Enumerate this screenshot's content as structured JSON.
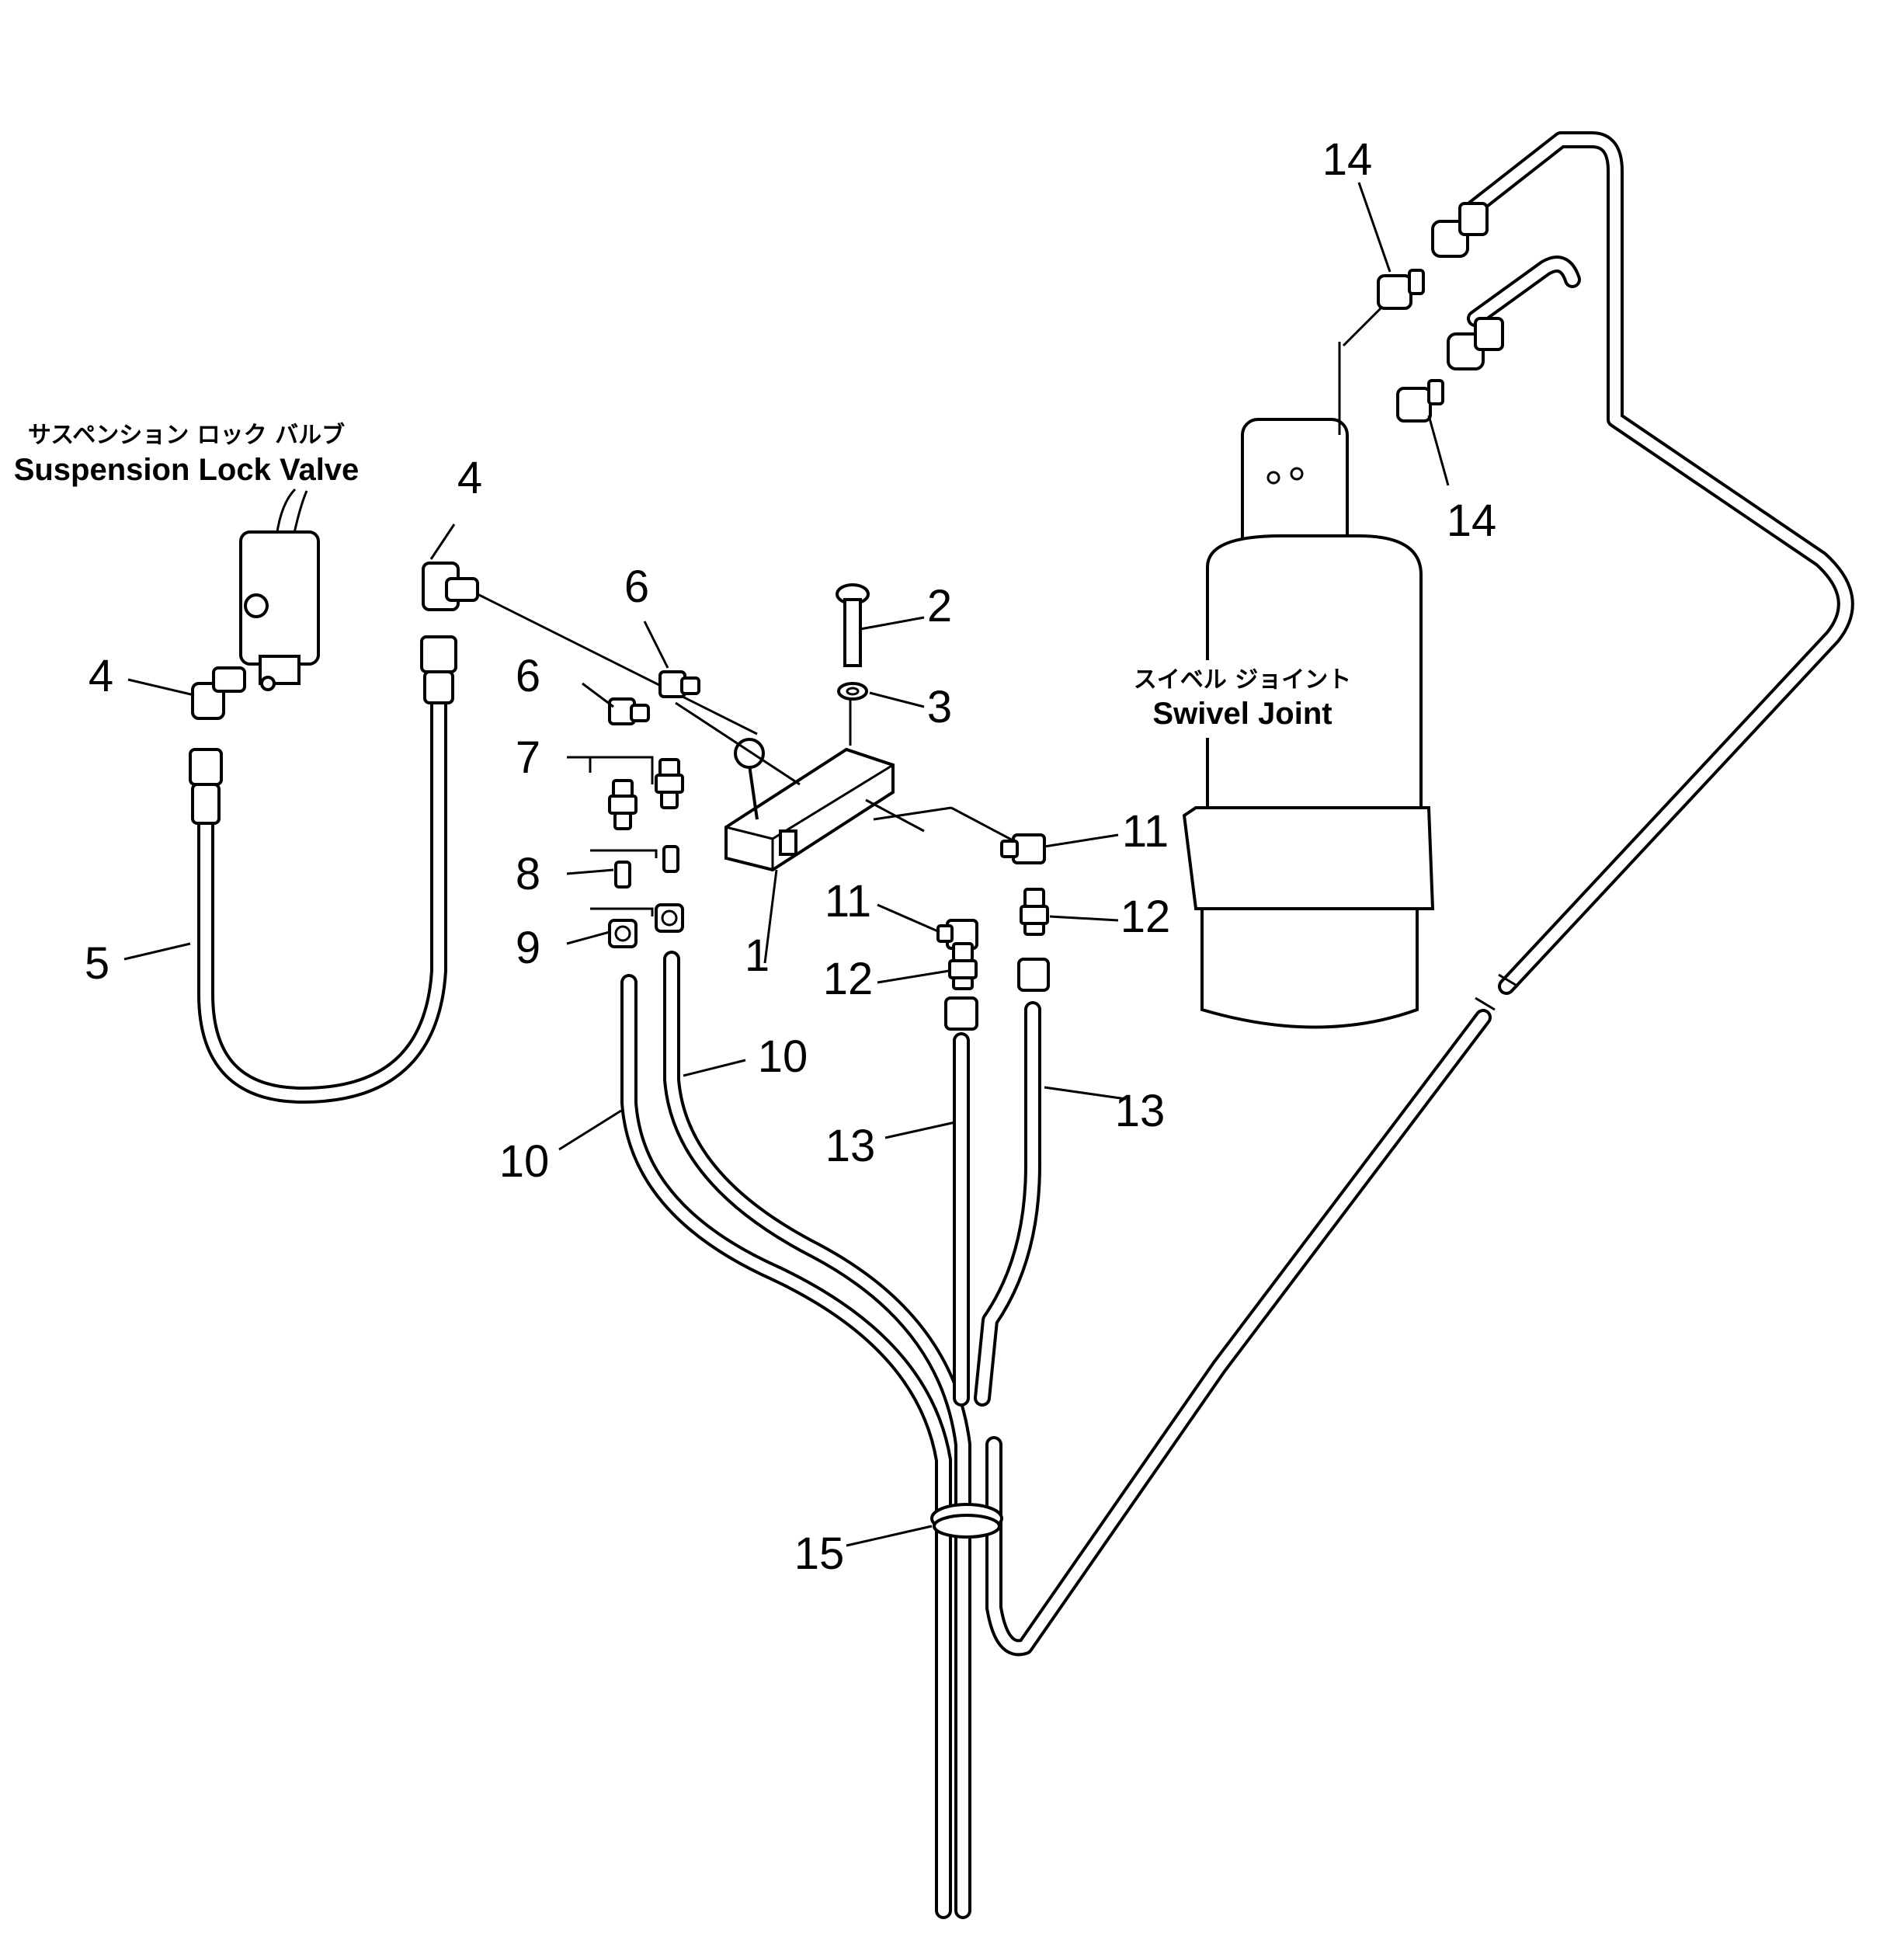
{
  "components": {
    "suspension_lock_valve": {
      "jp": "サスペンション ロック バルブ",
      "en": "Suspension Lock Valve"
    },
    "swivel_joint": {
      "jp": "スイベル ジョイント",
      "en": "Swivel Joint"
    }
  },
  "callouts": {
    "c1": "1",
    "c2": "2",
    "c3": "3",
    "c4a": "4",
    "c4b": "4",
    "c5": "5",
    "c6a": "6",
    "c6b": "6",
    "c7": "7",
    "c8": "8",
    "c9": "9",
    "c10a": "10",
    "c10b": "10",
    "c11a": "11",
    "c11b": "11",
    "c12a": "12",
    "c12b": "12",
    "c13a": "13",
    "c13b": "13",
    "c14a": "14",
    "c14b": "14",
    "c15": "15"
  }
}
